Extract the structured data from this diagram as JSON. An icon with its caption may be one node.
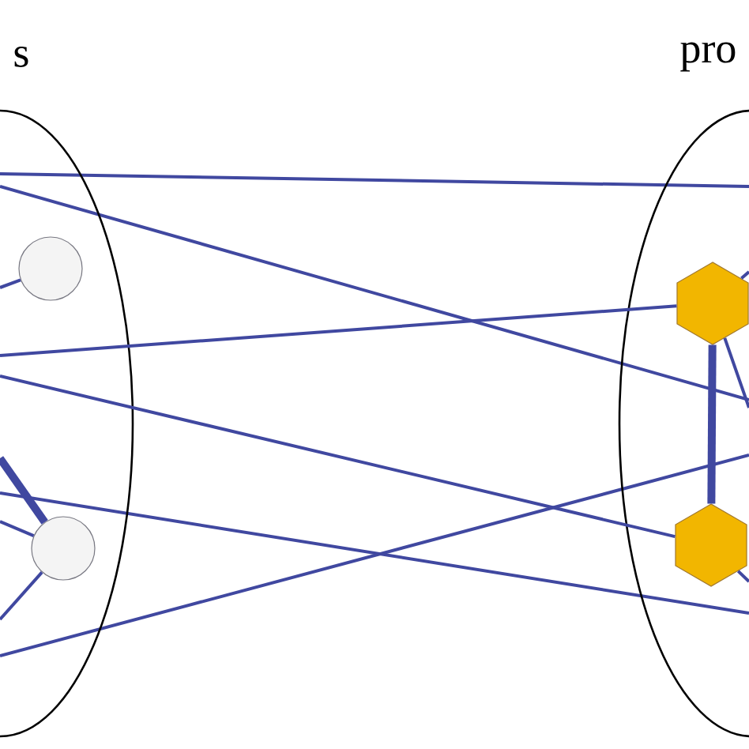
{
  "diagram": {
    "nodes": [
      {
        "text": [
          "s"
        ]
      },
      {
        "text": [
          "pro"
        ]
      },
      {
        "text": [],
        "shape": "circle",
        "in": 0
      },
      {
        "text": [],
        "shape": "circle",
        "in": 0
      },
      {
        "text": [],
        "shape": "hexagon",
        "in": 1
      },
      {
        "text": [],
        "shape": "hexagon",
        "in": 1
      }
    ],
    "edges": [
      {
        "from": null,
        "to": 4,
        "arrow": "none"
      },
      {
        "from": null,
        "to": 5,
        "arrow": "none"
      },
      {
        "from": 4,
        "to": 5,
        "arrow": "none",
        "style": "thick"
      },
      {
        "from": null,
        "to": 2,
        "arrow": "none"
      },
      {
        "from": null,
        "to": 3,
        "arrow": "none",
        "style": "thick"
      },
      {
        "from": null,
        "to": 3,
        "arrow": "none"
      },
      {
        "from": 3,
        "to": null,
        "arrow": "none"
      },
      {
        "from": 4,
        "to": null,
        "arrow": "none"
      },
      {
        "from": 4,
        "to": null,
        "arrow": "none"
      },
      {
        "from": 5,
        "to": null,
        "arrow": "none"
      }
    ]
  }
}
